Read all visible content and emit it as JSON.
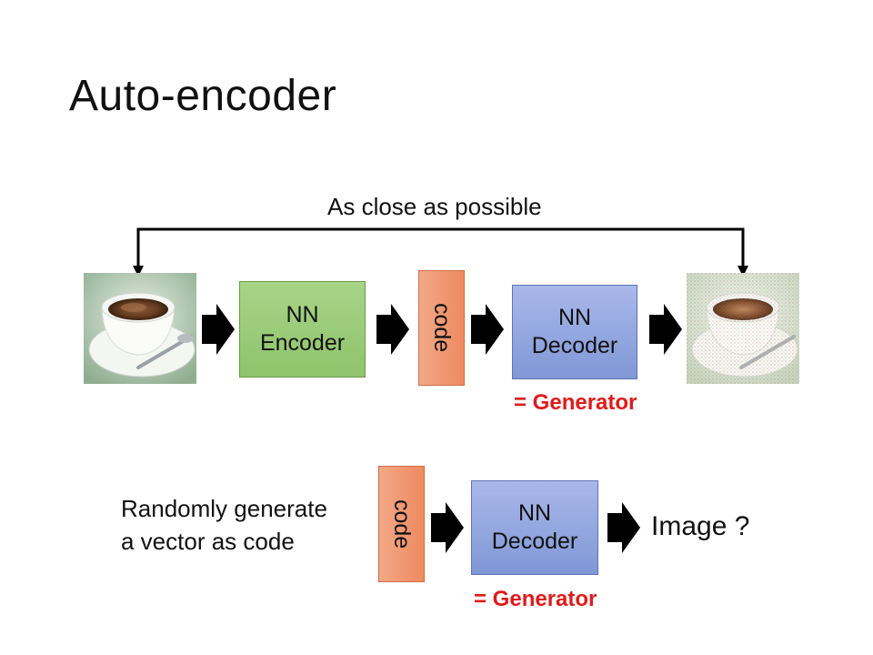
{
  "slide": {
    "title": "Auto-encoder",
    "feedback_label": "As close as possible"
  },
  "top_row": {
    "encoder_label": "NN\nEncoder",
    "code_label": "code",
    "decoder_label": "NN\nDecoder",
    "generator_label": "= Generator"
  },
  "bottom_row": {
    "description": "Randomly generate\na vector as code",
    "code_label": "code",
    "decoder_label": "NN\nDecoder",
    "output_label": "Image ?",
    "generator_label": "= Generator"
  },
  "colors": {
    "encoder": "#8ec46b",
    "decoder": "#8097d6",
    "code": "#ee8a60",
    "generator_text": "#e01b1b"
  },
  "icons": [
    "coffee-cup-image",
    "reconstructed-coffee-cup-image",
    "right-arrow-icon"
  ]
}
